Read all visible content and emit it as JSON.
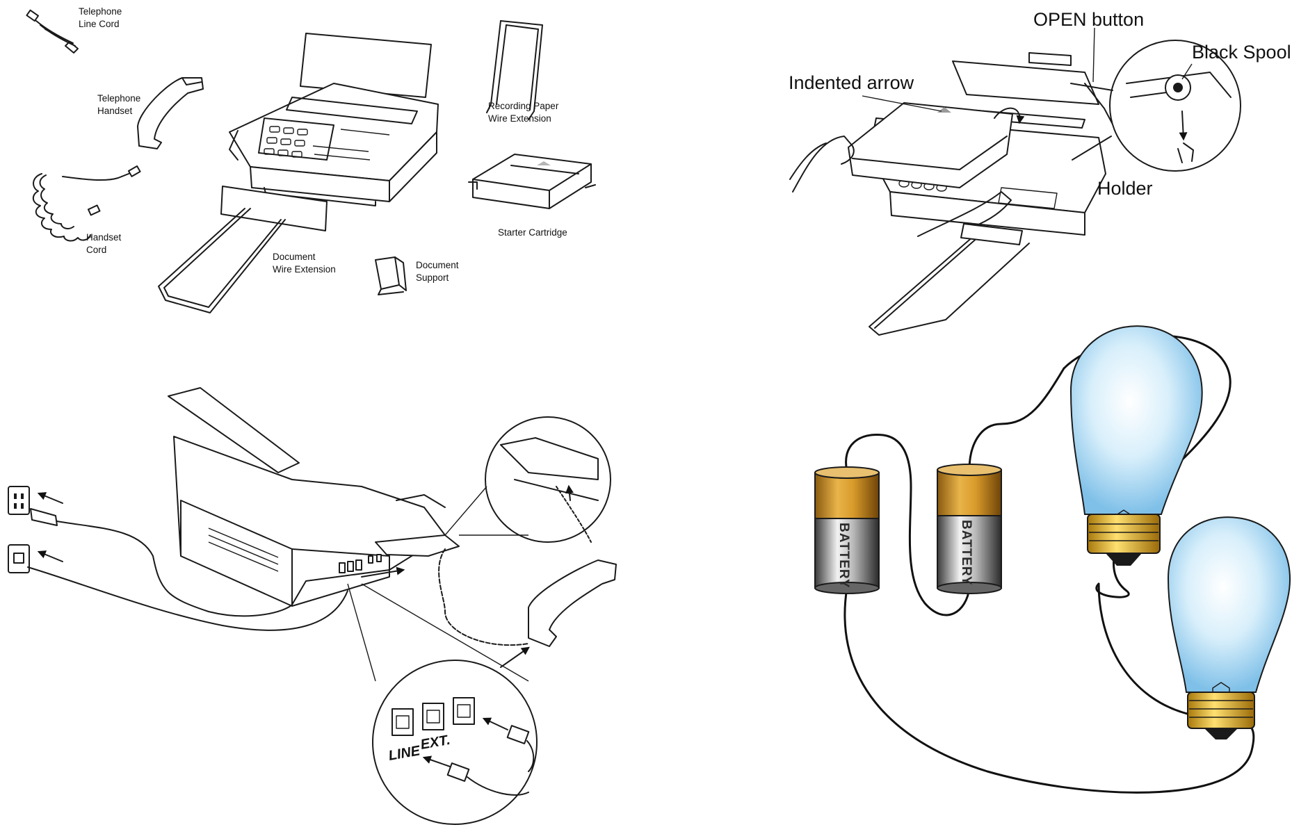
{
  "panels": {
    "fax_parts": {
      "labels": {
        "line_cord": [
          "Telephone",
          "Line Cord"
        ],
        "handset": [
          "Telephone",
          "Handset"
        ],
        "handset_cord": [
          "Handset",
          "Cord"
        ],
        "doc_wire": [
          "Document",
          "Wire Extension"
        ],
        "doc_support": [
          "Document",
          "Support"
        ],
        "paper_wire": [
          "Recording Paper",
          "Wire Extension"
        ],
        "cartridge": "Starter Cartridge"
      }
    },
    "cartridge_loading": {
      "labels": {
        "open_button": "OPEN button",
        "black_spool": "Black Spool",
        "indented_arrow": "Indented arrow",
        "holder": "Holder"
      }
    },
    "connections": {
      "jack_labels": {
        "line": "LINE",
        "ext": "EXT."
      }
    },
    "circuit": {
      "battery_label": "BATTERY",
      "battery_count": 2,
      "bulb_count": 2,
      "colors": {
        "battery_copper": "#d89a2a",
        "battery_silver": "#9a9a9a",
        "bulb_glass": "#bfe3f7",
        "bulb_base": "#f0c030"
      }
    }
  }
}
